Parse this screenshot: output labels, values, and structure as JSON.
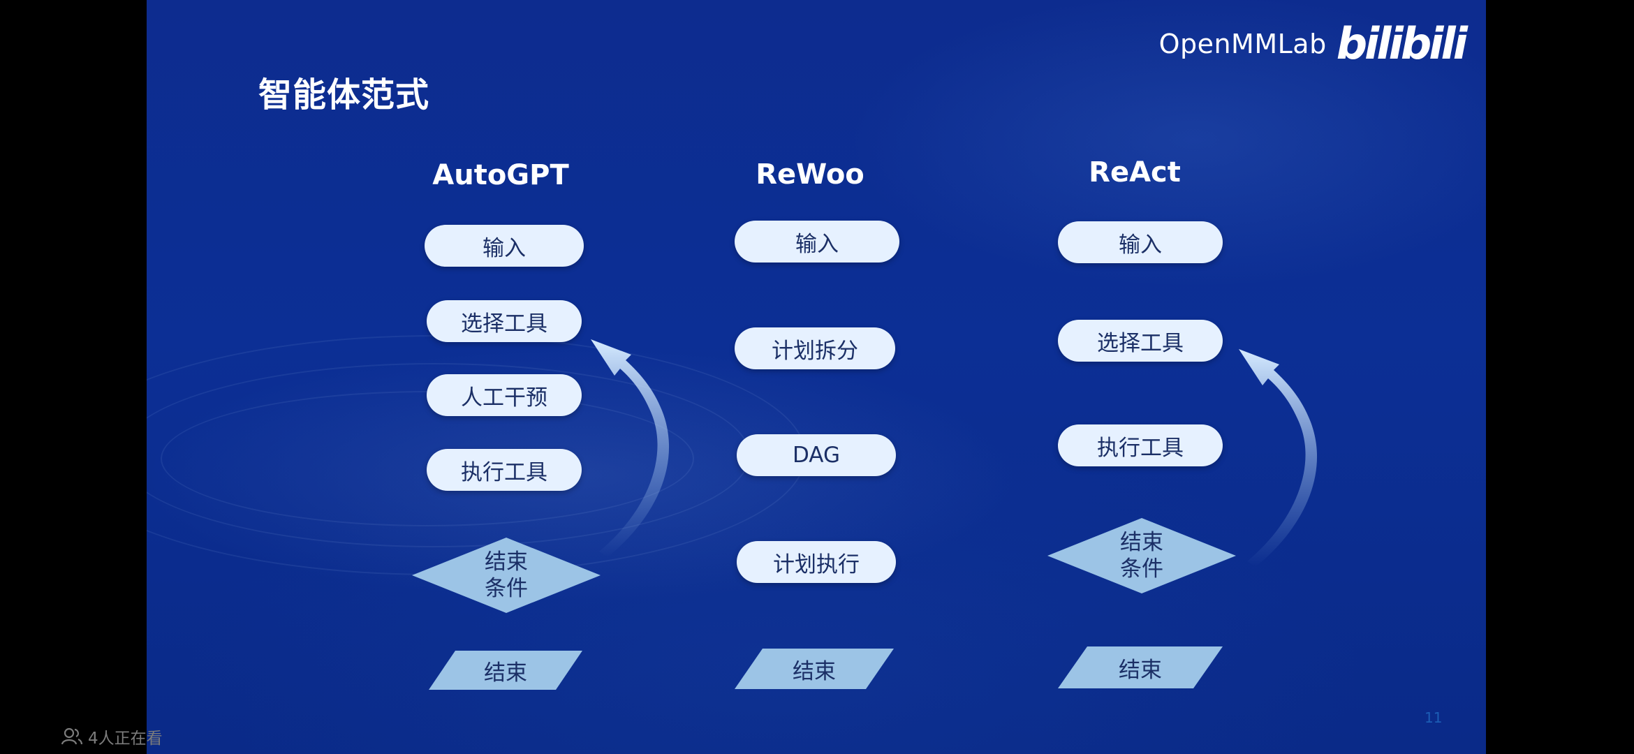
{
  "slide": {
    "title": "智能体范式",
    "page_number": "11",
    "logo": {
      "text": "OpenMMLab",
      "brand": "bilibili"
    },
    "columns": [
      {
        "title": "AutoGPT",
        "steps": [
          "输入",
          "选择工具",
          "人工干预",
          "执行工具"
        ],
        "condition": [
          "结束",
          "条件"
        ],
        "end": "结束"
      },
      {
        "title": "ReWoo",
        "steps": [
          "输入",
          "计划拆分",
          "DAG",
          "计划执行"
        ],
        "end": "结束"
      },
      {
        "title": "ReAct",
        "steps": [
          "输入",
          "选择工具",
          "执行工具"
        ],
        "condition": [
          "结束",
          "条件"
        ],
        "end": "结束"
      }
    ]
  },
  "overlay": {
    "viewers_text": "4人正在看",
    "viewers_icon": "people-icon"
  },
  "colors": {
    "background": "#0c2f95",
    "pill_fill": "#e6f1ff",
    "shape_fill": "#9cc4e6",
    "text_dark": "#1b2f66"
  }
}
